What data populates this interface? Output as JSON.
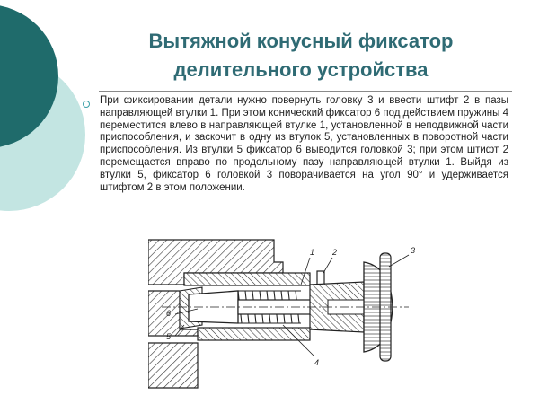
{
  "slide": {
    "title": "Вытяжной конусный фиксатор делительного устройства",
    "body": "При фиксировании детали нужно повернуть головку 3 и ввести штифт 2 в пазы направляющей втулки 1. При этом конический фиксатор 6 под действием пружины 4 переместится влево в направляющей втулке 1, установленной в неподвижной части приспособления, и заскочит в одну из втулок 5, установленных в поворотной части приспособления. Из втулки 5 фиксатор 6 выводится головкой 3; при этом штифт 2 перемещается вправо по продольному пазу направляющей втулки 1. Выйдя из втулки 5, фиксатор 6 головкой 3 поворачивается на угол 90° и удерживается штифтом 2 в этом положении."
  },
  "figure": {
    "labels": {
      "l1": "1",
      "l2": "2",
      "l3": "3",
      "l4": "4",
      "l5": "5",
      "l6": "6"
    }
  },
  "colors": {
    "title": "#2f6b74",
    "deco_dark": "#1f6b6b",
    "deco_light": "#bfe3e0",
    "bullet": "#3aa0a8"
  }
}
